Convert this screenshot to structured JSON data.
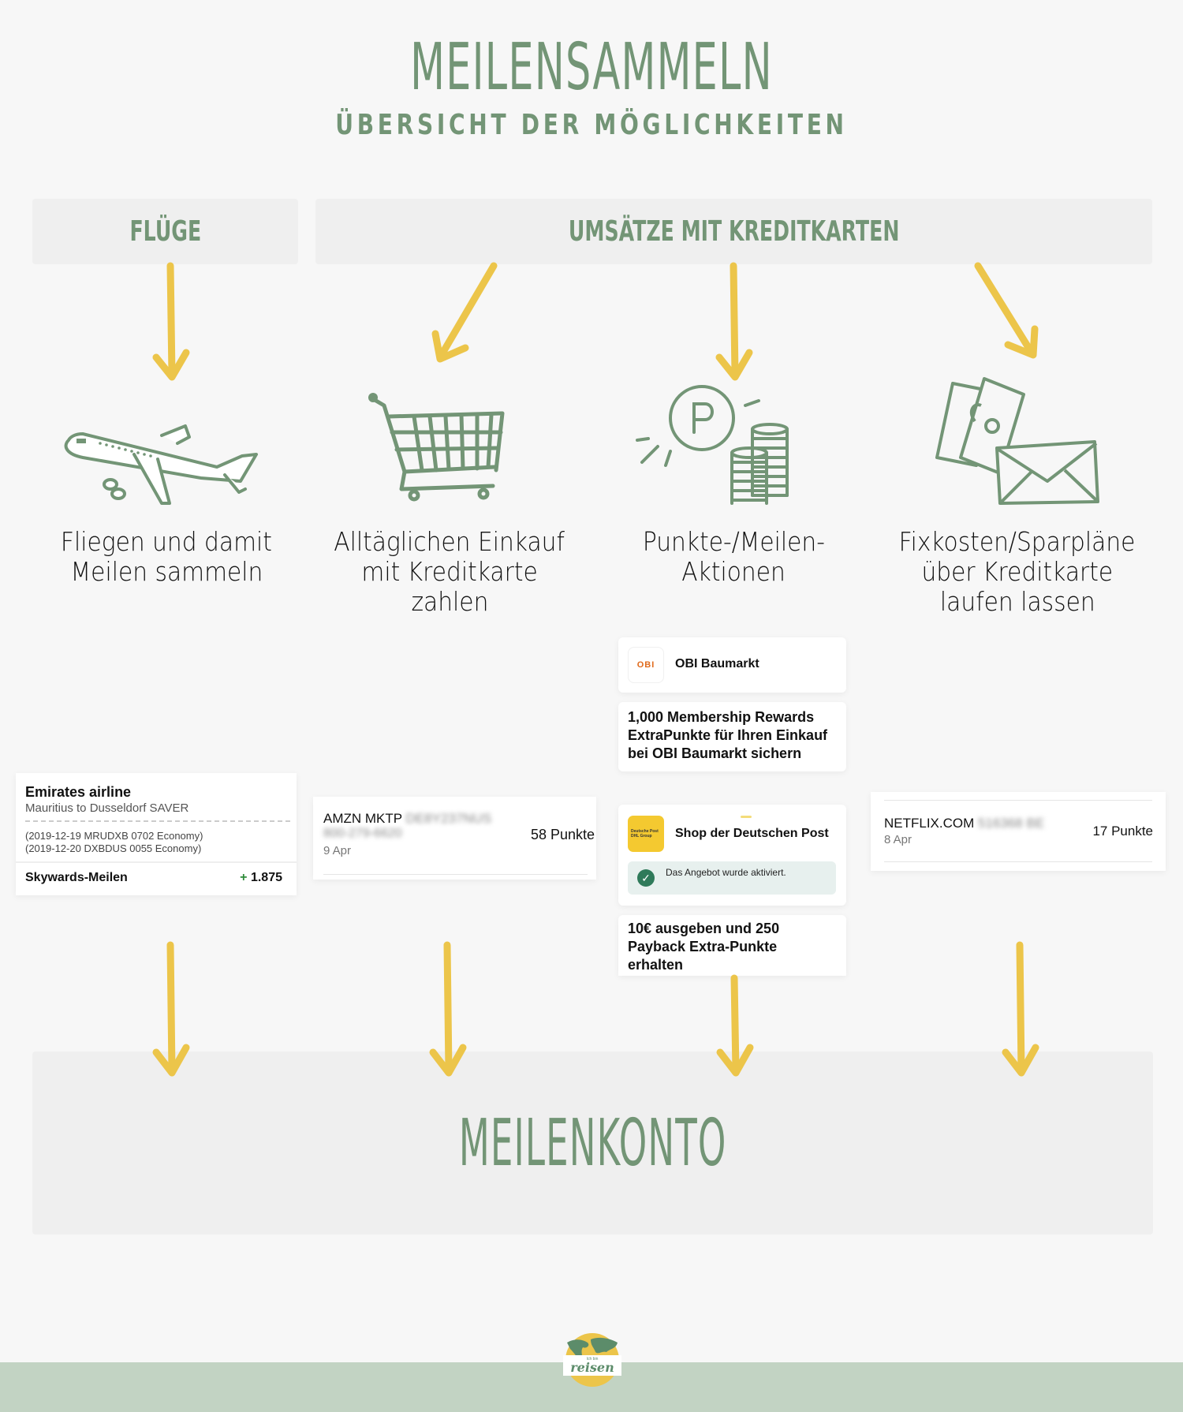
{
  "header": {
    "title": "MEILENSAMMELN",
    "subtitle": "ÜBERSICHT DER MÖGLICHKEITEN"
  },
  "categories": [
    {
      "label": "FLÜGE"
    },
    {
      "label": "UMSÄTZE MIT KREDITKARTEN"
    }
  ],
  "options": [
    {
      "icon": "airplane-icon",
      "caption_lines": [
        "Fliegen und damit",
        "Meilen sammeln"
      ]
    },
    {
      "icon": "shopping-cart-icon",
      "caption_lines": [
        "Alltäglichen Einkauf",
        "mit Kreditkarte",
        "zahlen"
      ]
    },
    {
      "icon": "points-coins-icon",
      "caption_lines": [
        "Punkte-/Meilen-",
        "Aktionen"
      ]
    },
    {
      "icon": "money-envelope-icon",
      "caption_lines": [
        "Fixkosten/Sparpläne",
        "über Kreditkarte",
        "laufen lassen"
      ]
    }
  ],
  "examples": {
    "emirates": {
      "title": "Emirates airline",
      "route": "Mauritius to Dusseldorf SAVER",
      "flights": [
        "(2019-12-19 MRUDXB 0702 Economy)",
        "(2019-12-20 DXBDUS 0055 Economy)"
      ],
      "miles_label": "Skywards-Meilen",
      "miles_sign": "+",
      "miles_value": "1.875"
    },
    "amazon": {
      "merchant": "AMZN MKTP",
      "merchant_blurred": "DE8Y237NUS",
      "phone_blurred": "800-279-6620",
      "date": "9 Apr",
      "points": "58 Punkte"
    },
    "obi": {
      "logo_text": "OBI",
      "merchant": "OBI Baumarkt",
      "offer": "1,000 Membership Rewards ExtraPunkte für Ihren Einkauf bei OBI Baumarkt sichern"
    },
    "post": {
      "logo_text": "Deutsche Post DHL Group",
      "merchant": "Shop der Deutschen Post",
      "status": "Das Angebot wurde aktiviert.",
      "offer": "10€ ausgeben und 250 Payback Extra-Punkte erhalten"
    },
    "netflix": {
      "merchant": "NETFLIX.COM",
      "merchant_blurred": "516368 BE",
      "date": "8 Apr",
      "points": "17 Punkte"
    }
  },
  "result": {
    "label": "MEILENKONTO"
  },
  "footer": {
    "logo_small": "Ich bin",
    "logo_text": "reisen"
  },
  "colors": {
    "green": "#739576",
    "yellow": "#ecc54a",
    "box_gray": "#efefef",
    "background": "#f7f7f7",
    "footer_green": "#c2d3c3"
  }
}
